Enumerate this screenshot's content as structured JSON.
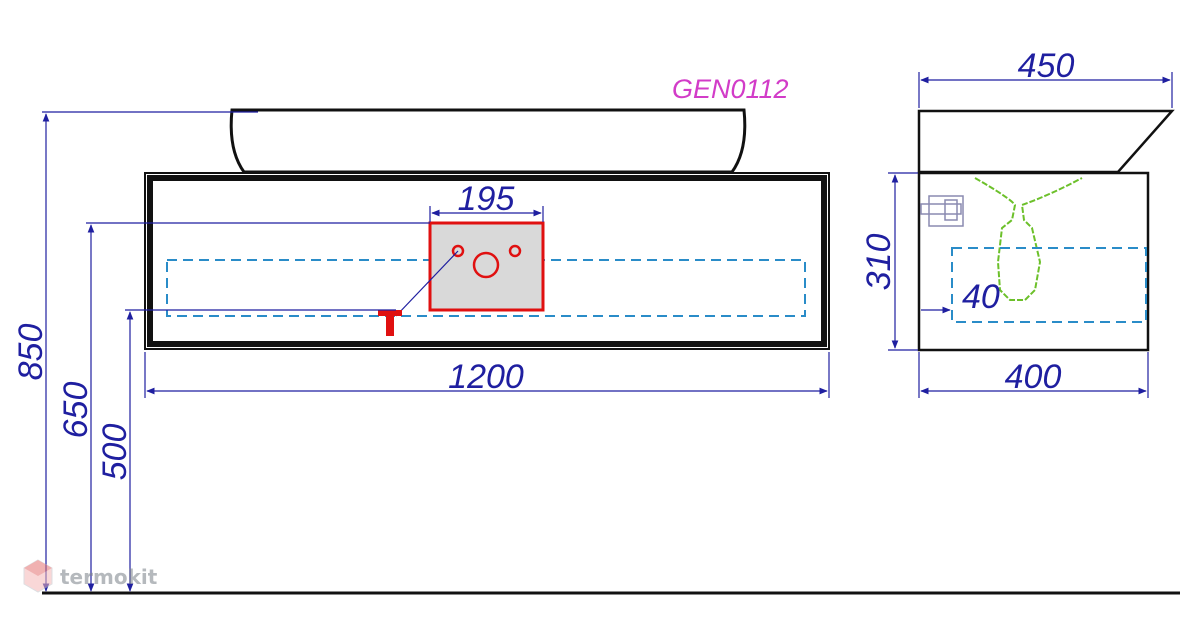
{
  "model_code": "GEN0112",
  "watermark": "termokit",
  "dimensions": {
    "total_height": "850",
    "mid_height": "650",
    "low_height": "500",
    "cabinet_width": "1200",
    "panel_width": "195",
    "top_depth": "450",
    "cabinet_depth": "400",
    "cabinet_height": "310",
    "offset": "40"
  },
  "colors": {
    "dimension": "#1f1fa0",
    "model": "#d23cc8",
    "panel_border": "#e01010",
    "panel_fill": "#d9d9d9",
    "hidden": "#2a8cc8",
    "siphon": "#6cc02a",
    "outline": "#111111",
    "watermark": "#9aa0a6"
  }
}
